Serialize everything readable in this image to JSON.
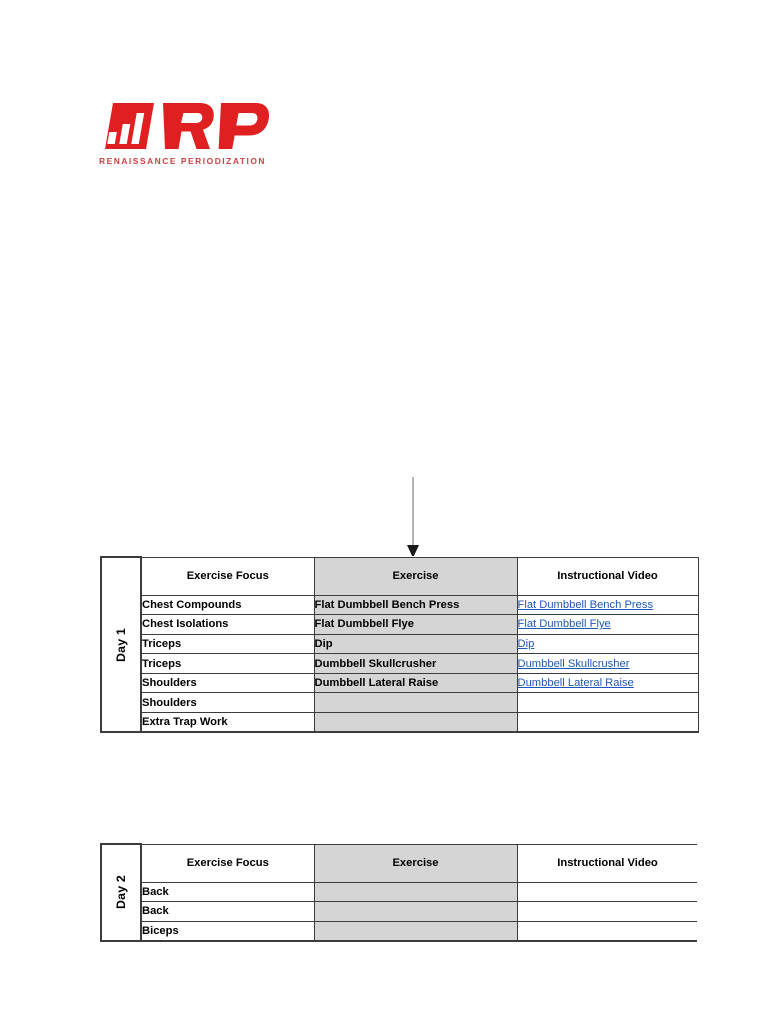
{
  "brand": {
    "name": "RP",
    "tagline": "RENAISSANCE PERIODIZATION",
    "logo_color": "#e02020",
    "tagline_color": "#cf4040"
  },
  "annotation": {
    "arrow_icon": "down-arrow-icon",
    "arrow_color": "#8c8c8c",
    "points_at": "Exercise"
  },
  "tables": [
    {
      "day_label": "Day 1",
      "columns": [
        "Exercise Focus",
        "Exercise",
        "Instructional Video"
      ],
      "rows": [
        {
          "focus": "Chest Compounds",
          "exercise": "Flat Dumbbell Bench Press",
          "video": "Flat Dumbbell Bench Press"
        },
        {
          "focus": "Chest Isolations",
          "exercise": "Flat Dumbbell Flye",
          "video": "Flat Dumbbell Flye"
        },
        {
          "focus": "Triceps",
          "exercise": "Dip",
          "video": "Dip"
        },
        {
          "focus": "Triceps",
          "exercise": "Dumbbell Skullcrusher",
          "video": "Dumbbell Skullcrusher"
        },
        {
          "focus": "Shoulders",
          "exercise": "Dumbbell Lateral Raise",
          "video": "Dumbbell Lateral Raise"
        },
        {
          "focus": "Shoulders",
          "exercise": "",
          "video": ""
        },
        {
          "focus": "Extra Trap Work",
          "exercise": "",
          "video": ""
        }
      ]
    },
    {
      "day_label": "Day 2",
      "columns": [
        "Exercise Focus",
        "Exercise",
        "Instructional Video"
      ],
      "rows": [
        {
          "focus": "Back",
          "exercise": "",
          "video": ""
        },
        {
          "focus": "Back",
          "exercise": "",
          "video": ""
        },
        {
          "focus": "Biceps",
          "exercise": "",
          "video": ""
        }
      ]
    }
  ],
  "colors": {
    "exercise_column_fill": "#d5d5d5",
    "border": "#3c3c3c",
    "link": "#1f58b5",
    "page_background": "#ffffff"
  }
}
